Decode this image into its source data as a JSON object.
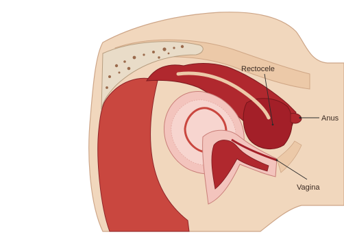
{
  "labels": {
    "rectocele": "Rectocele",
    "anus": "Anus",
    "vagina": "Vagina"
  },
  "colors": {
    "skin": "#f1d7bd",
    "skin_dark": "#e7c3a0",
    "flesh": "#c9473f",
    "flesh_dark": "#a8242c",
    "mucosa": "#f3c4bd",
    "bone": "#e9dcc8"
  }
}
